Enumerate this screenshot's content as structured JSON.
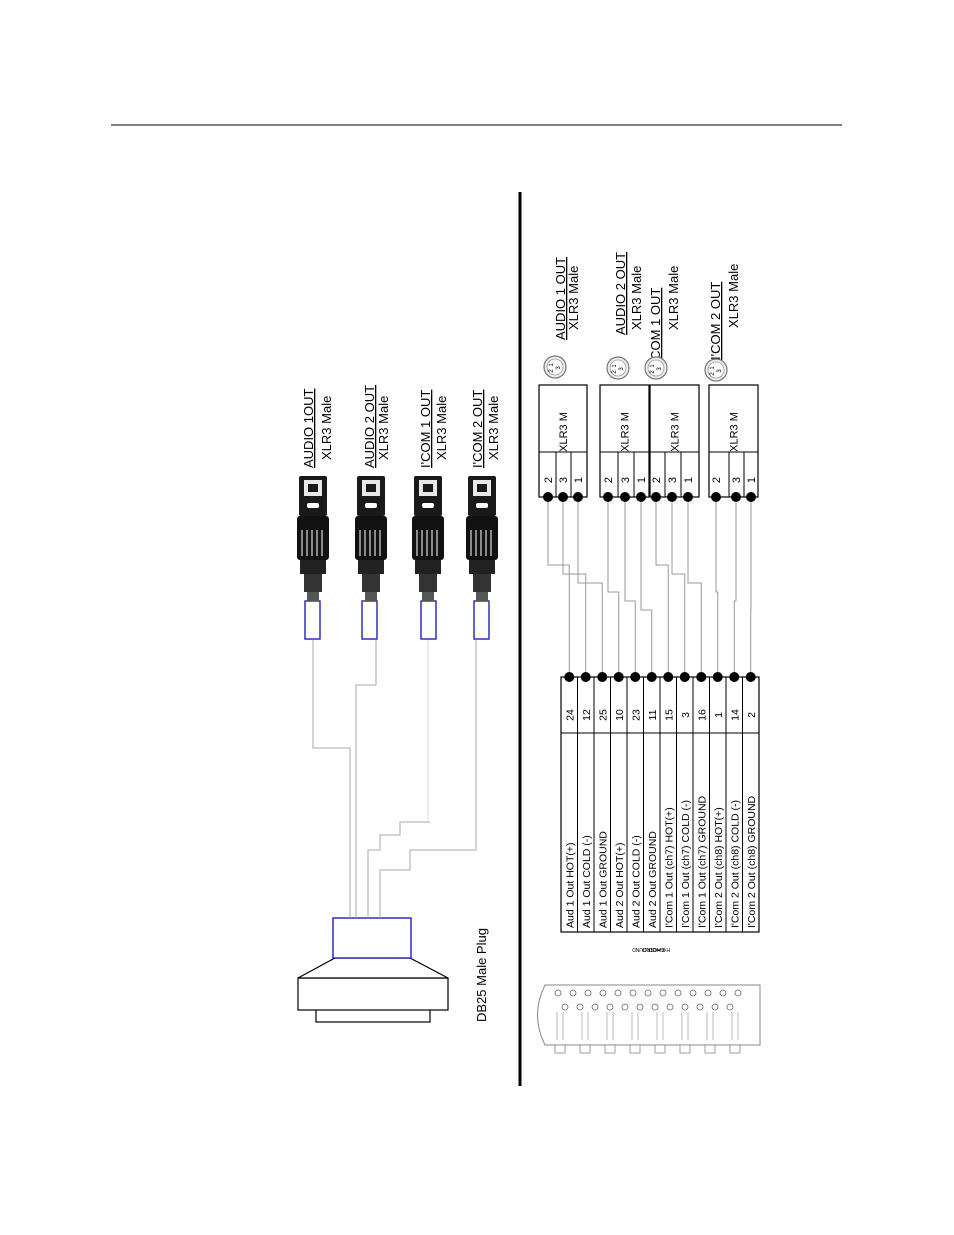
{
  "left_panel": {
    "plug_label": "DB25 Male Plug",
    "connectors": [
      {
        "name": "AUDIO 1OUT",
        "type": "XLR3 Male"
      },
      {
        "name": "AUDIO 2 OUT",
        "type": "XLR3 Male"
      },
      {
        "name": "I'COM 1 OUT",
        "type": "XLR3 Male"
      },
      {
        "name": "I'COM 2 OUT",
        "type": "XLR3 Male"
      }
    ]
  },
  "right_panel": {
    "connectors": [
      {
        "name": "AUDIO 1 OUT",
        "type": "XLR3 Male"
      },
      {
        "name": "AUDIO 2 OUT",
        "type": "XLR3 Male"
      },
      {
        "name": "I'COM 1 OUT",
        "type": "XLR3 Male"
      },
      {
        "name": "I'COM 2 OUT",
        "type": "XLR3 Male"
      }
    ],
    "xlr_box_label": "XLR3 M",
    "xlr_pins": [
      "2",
      "3",
      "1"
    ],
    "xlr_face_pins": [
      "1",
      "2",
      "3"
    ],
    "pinout": [
      {
        "signal": "Aud 1 Out HOT(+)",
        "pin": "24"
      },
      {
        "signal": "Aud 1 Out COLD (-)",
        "pin": "12"
      },
      {
        "signal": "Aud 1 Out GROUND",
        "pin": "25"
      },
      {
        "signal": "Aud 2 Out HOT(+)",
        "pin": "10"
      },
      {
        "signal": "Aud 2 Out COLD (-)",
        "pin": "23"
      },
      {
        "signal": "Aud 2 Out GROUND",
        "pin": "11"
      },
      {
        "signal": "I'Com 1 Out (ch7) HOT(+)",
        "pin": "15"
      },
      {
        "signal": "I'Com 1 Out (ch7) COLD (-)",
        "pin": "3"
      },
      {
        "signal": "I'Com 1 Out (ch7) GROUND",
        "pin": "16"
      },
      {
        "signal": "I'Com 2 Out (ch8) HOT(+)",
        "pin": "1"
      },
      {
        "signal": "I'Com 2 Out (ch8) COLD (-)",
        "pin": "14"
      },
      {
        "signal": "I'Com 2 Out (ch8) GROUND",
        "pin": "2"
      }
    ],
    "db25_legend": [
      "H = HOT",
      "C = COLD",
      "G = GROUND"
    ]
  }
}
